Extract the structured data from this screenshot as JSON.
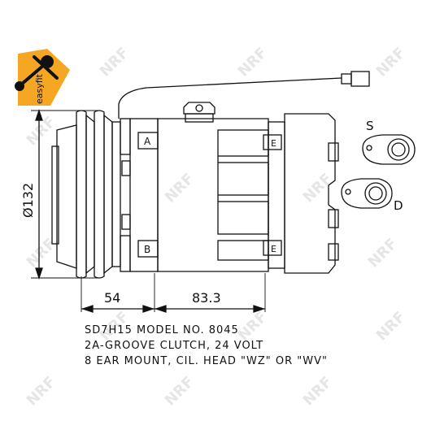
{
  "badge": {
    "text": "easyfit",
    "color": "#f5a623"
  },
  "watermark": {
    "text": "NRF",
    "color": "#e6e6e6"
  },
  "dimensions": {
    "diameter": "Ø132",
    "clutch_depth": "54",
    "body_length": "83.3"
  },
  "labels": {
    "port_s": "S",
    "port_d": "D",
    "mark_a": "A",
    "mark_b": "B",
    "mark_e_top": "E",
    "mark_e_bottom": "E"
  },
  "specs": [
    "SD7H15  MODEL NO. 8045",
    "2A-GROOVE  CLUTCH, 24 VOLT",
    "8 EAR MOUNT, CIL. HEAD \"WZ\" OR \"WV\""
  ],
  "colors": {
    "line": "#111111"
  }
}
